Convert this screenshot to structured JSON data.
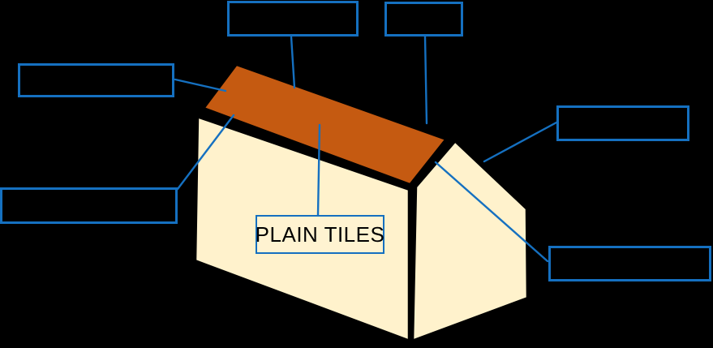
{
  "colors": {
    "background": "#000000",
    "box-border": "#1570C0",
    "leader": "#1570C0",
    "roof": "#C55A11",
    "wall": "#FFF2CC",
    "outline": "#000000",
    "label-fill": "#FFF3D1",
    "text": "#000000"
  },
  "diagram": {
    "filled_label": {
      "text": "PLAIN TILES"
    },
    "answer_boxes": [
      {
        "position": "top-center",
        "text": ""
      },
      {
        "position": "top-right",
        "text": ""
      },
      {
        "position": "left",
        "text": ""
      },
      {
        "position": "bottom-left",
        "text": ""
      },
      {
        "position": "right",
        "text": ""
      },
      {
        "position": "bottom-right",
        "text": ""
      }
    ]
  }
}
